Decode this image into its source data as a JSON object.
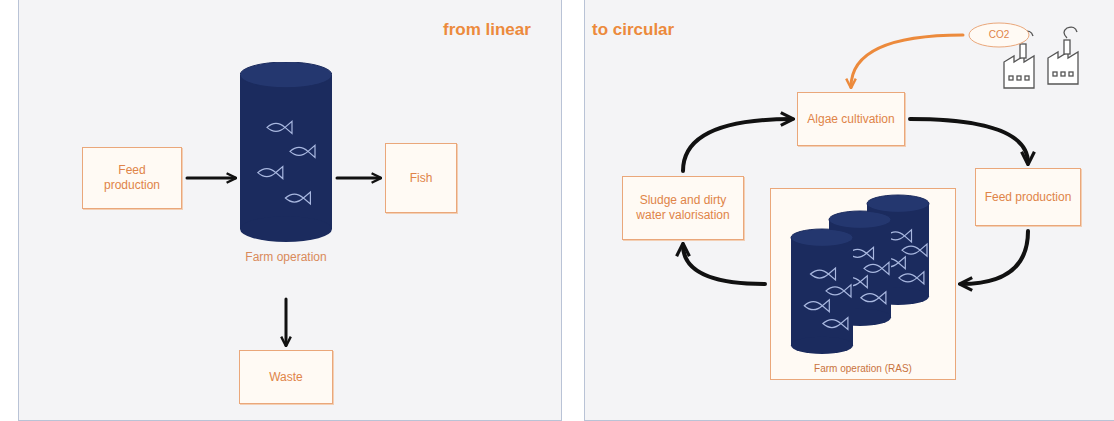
{
  "diagram": {
    "nodes": [
      {
        "text": [
          "Feed production"
        ]
      },
      {
        "text": [
          "Farm operation"
        ]
      },
      {
        "text": [
          "Fish"
        ]
      },
      {
        "text": [
          "Waste"
        ]
      },
      {
        "text": [
          "CO2"
        ]
      },
      {
        "text": [
          "Algae cultivation"
        ]
      },
      {
        "text": [
          "Feed production"
        ]
      },
      {
        "text": [
          "Sludge and dirty water valorisation"
        ]
      },
      {
        "text": [
          "Farm operation (RAS)"
        ]
      }
    ],
    "edges": [
      {
        "from": 0,
        "to": 1,
        "arrow": "to"
      },
      {
        "from": 1,
        "to": 2,
        "arrow": "to"
      },
      {
        "from": 1,
        "to": 3,
        "arrow": "to"
      },
      {
        "from": 4,
        "to": 5,
        "arrow": "to"
      },
      {
        "from": 5,
        "to": 6,
        "arrow": "to"
      },
      {
        "from": 6,
        "to": 8,
        "arrow": "to"
      },
      {
        "from": 8,
        "to": 7,
        "arrow": "to"
      },
      {
        "from": 7,
        "to": 5,
        "arrow": "to"
      }
    ],
    "labels": [
      "from linear",
      "to circular"
    ]
  }
}
